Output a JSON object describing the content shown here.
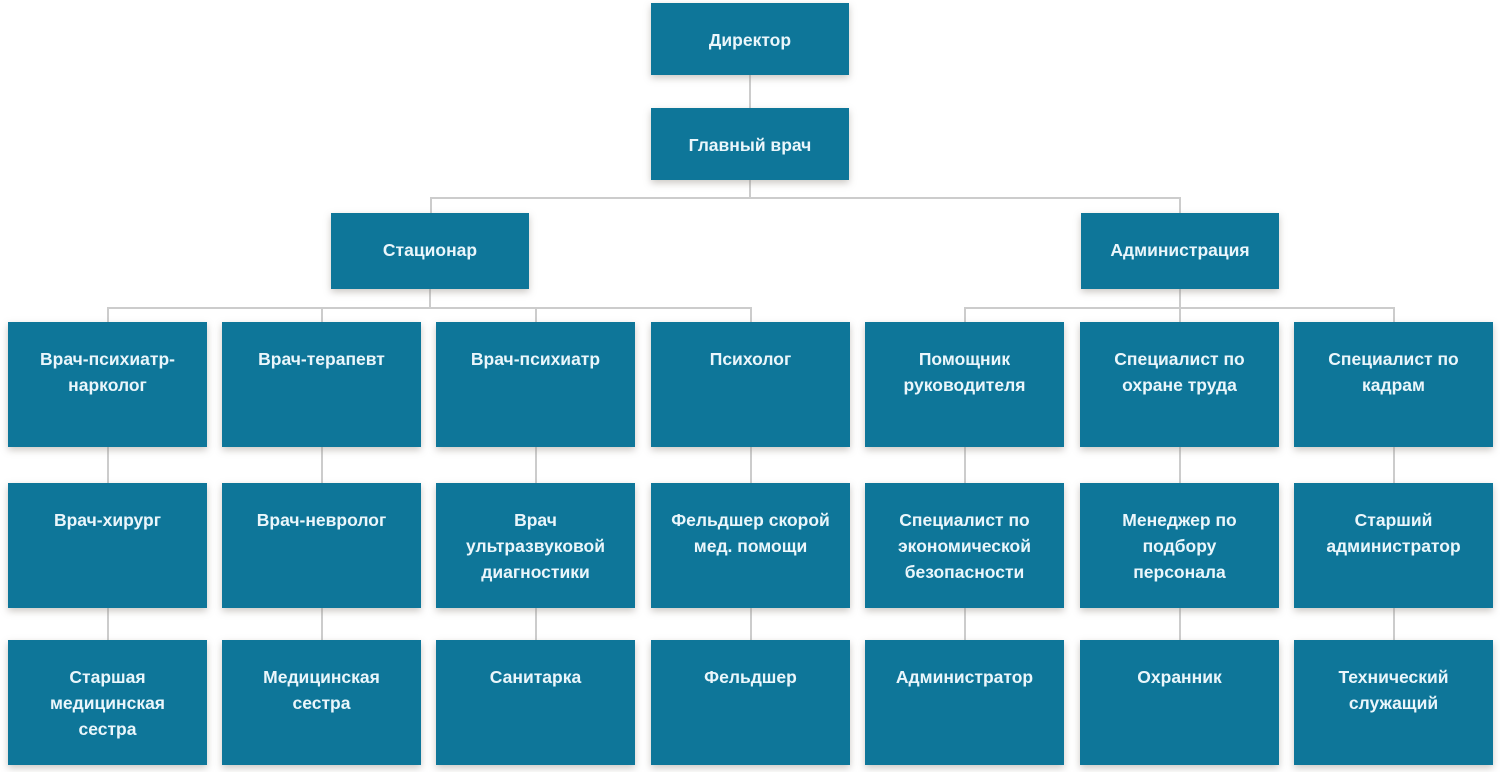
{
  "diagram_type": "org-chart",
  "colors": {
    "node_fill": "#0E7699",
    "node_text": "#EAF6FB",
    "connector_line": "#CCCCCC",
    "background": "#FFFFFF"
  },
  "nodes": {
    "director": "Директор",
    "chief_physician": "Главный врач",
    "inpatient": "Стационар",
    "administration": "Администрация",
    "psychiatrist_narcologist": "Врач-психиатр-\nнарколог",
    "therapist": "Врач-терапевт",
    "psychiatrist": "Врач-психиатр",
    "psychologist": "Психолог",
    "assistant_to_director": "Помощник\nруководителя",
    "labor_safety_specialist": "Специалист по\nохране труда",
    "hr_specialist": "Специалист по\nкадрам",
    "surgeon": "Врач-хирург",
    "neurologist": "Врач-невролог",
    "ultrasound_doctor": "Врач\nультразвуковой\nдиагностики",
    "ambulance_paramedic": "Фельдшер скорой\nмед. помощи",
    "economic_security_specialist": "Специалист по\nэкономической\nбезопасности",
    "recruitment_manager": "Менеджер по\nподбору\nперсонала",
    "senior_administrator": "Старший\nадминистратор",
    "head_nurse": "Старшая\nмедицинская\nсестра",
    "nurse": "Медицинская\nсестра",
    "orderly": "Санитарка",
    "paramedic": "Фельдшер",
    "administrator": "Администратор",
    "security_guard": "Охранник",
    "technical_worker": "Технический\nслужащий"
  },
  "edges": [
    [
      "director",
      "chief_physician"
    ],
    [
      "chief_physician",
      "inpatient"
    ],
    [
      "chief_physician",
      "administration"
    ],
    [
      "inpatient",
      "psychiatrist_narcologist"
    ],
    [
      "inpatient",
      "therapist"
    ],
    [
      "inpatient",
      "psychiatrist"
    ],
    [
      "inpatient",
      "psychologist"
    ],
    [
      "administration",
      "assistant_to_director"
    ],
    [
      "administration",
      "labor_safety_specialist"
    ],
    [
      "administration",
      "hr_specialist"
    ],
    [
      "psychiatrist_narcologist",
      "surgeon"
    ],
    [
      "therapist",
      "neurologist"
    ],
    [
      "psychiatrist",
      "ultrasound_doctor"
    ],
    [
      "psychologist",
      "ambulance_paramedic"
    ],
    [
      "assistant_to_director",
      "economic_security_specialist"
    ],
    [
      "labor_safety_specialist",
      "recruitment_manager"
    ],
    [
      "hr_specialist",
      "senior_administrator"
    ],
    [
      "surgeon",
      "head_nurse"
    ],
    [
      "neurologist",
      "nurse"
    ],
    [
      "ultrasound_doctor",
      "orderly"
    ],
    [
      "ambulance_paramedic",
      "paramedic"
    ],
    [
      "economic_security_specialist",
      "administrator"
    ],
    [
      "recruitment_manager",
      "security_guard"
    ],
    [
      "senior_administrator",
      "technical_worker"
    ]
  ]
}
